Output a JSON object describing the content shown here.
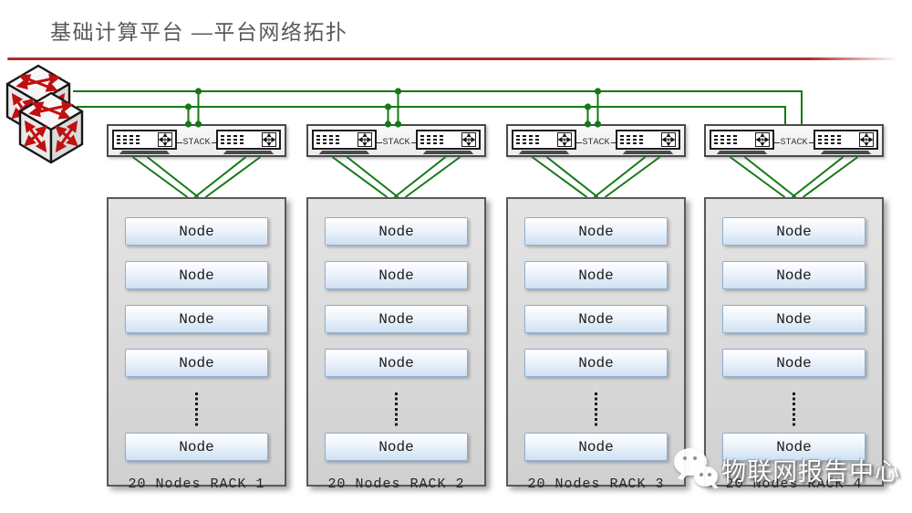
{
  "title": "基础计算平台  —平台网络拓扑",
  "core_switch": {
    "icon": "router-cube-icon"
  },
  "switch_units": {
    "stack_label": "STACK",
    "switch_icon": "crossing-arrows-icon"
  },
  "racks": [
    {
      "nodes": [
        "Node",
        "Node",
        "Node",
        "Node"
      ],
      "ellipsis_dots": 7,
      "last_node": "Node",
      "label": "20 Nodes RACK 1"
    },
    {
      "nodes": [
        "Node",
        "Node",
        "Node",
        "Node"
      ],
      "ellipsis_dots": 7,
      "last_node": "Node",
      "label": "20 Nodes RACK 2"
    },
    {
      "nodes": [
        "Node",
        "Node",
        "Node",
        "Node"
      ],
      "ellipsis_dots": 7,
      "last_node": "Node",
      "label": "20 Nodes RACK 3"
    },
    {
      "nodes": [
        "Node",
        "Node",
        "Node",
        "Node"
      ],
      "ellipsis_dots": 7,
      "last_node": "Node",
      "label": "20 Nodes RACK 4"
    }
  ],
  "watermark": {
    "icon": "wechat-icon",
    "text": "物联网报告中心"
  },
  "colors": {
    "title": "#595959",
    "accent_red": "#b02a2a",
    "line_green": "#157815",
    "arrow_red": "#c01010",
    "node_border": "#8fafd4",
    "node_fill_top": "#ffffff",
    "node_fill_bottom": "#cfe0f2",
    "rack_fill": "#d0d0d0"
  }
}
